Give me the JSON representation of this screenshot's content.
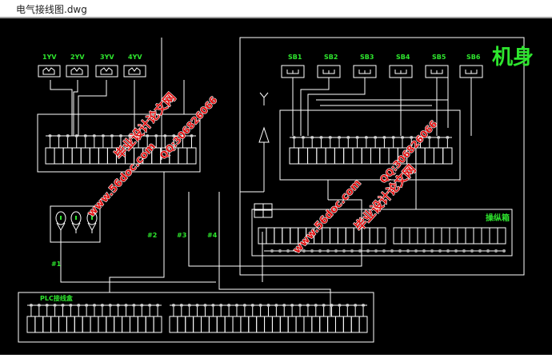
{
  "window": {
    "title": "电气接线图.dwg"
  },
  "drawing": {
    "solenoids": [
      "1YV",
      "2YV",
      "3YV",
      "4YV"
    ],
    "buttons": [
      "SB1",
      "SB2",
      "SB3",
      "SB4",
      "SB5",
      "SB6"
    ],
    "body_label": "机身",
    "console_label": "操纵箱",
    "plc_label": "PLC接线盒",
    "wires": [
      "#1",
      "#2",
      "#3",
      "#4"
    ]
  },
  "watermarks": {
    "site_name": "毕业设计论文网",
    "url": "www.56doc.com",
    "qq": "QQ:306826066"
  },
  "colors": {
    "background": "#000000",
    "lines": "#ffffff",
    "labels": "#2ee62e",
    "watermark": "#e01010"
  }
}
